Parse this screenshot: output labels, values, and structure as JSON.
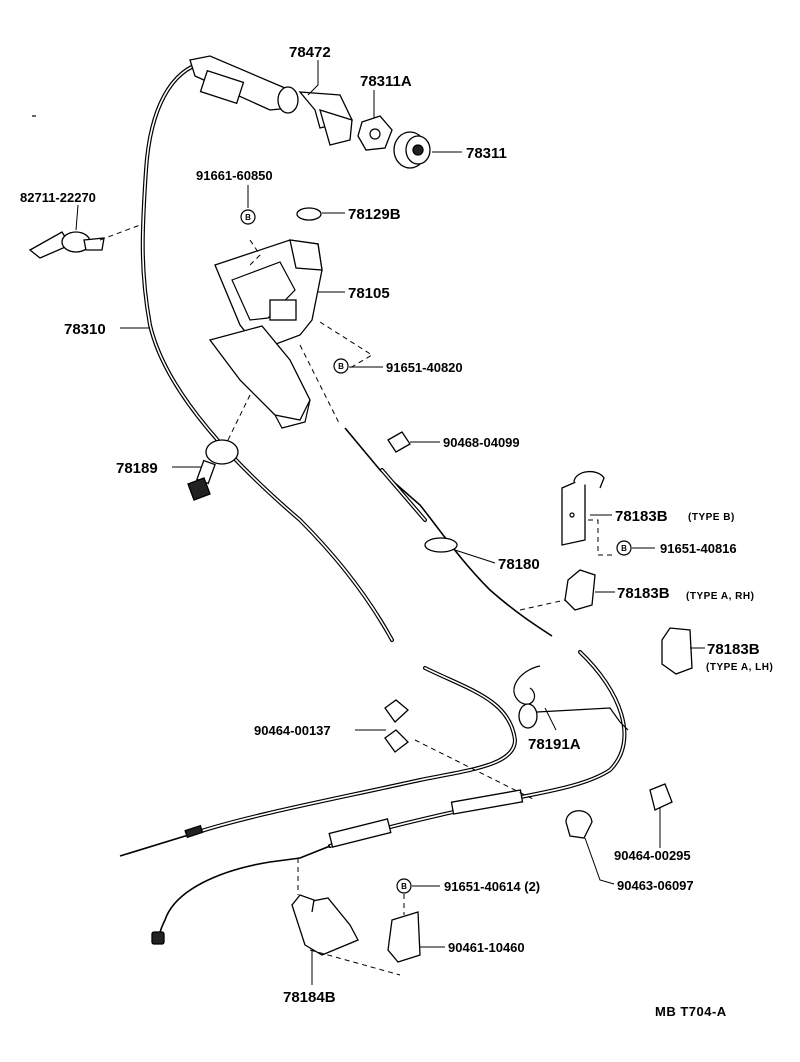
{
  "diagram": {
    "parts": [
      {
        "id": "p78472",
        "number": "78472"
      },
      {
        "id": "p78311a",
        "number": "78311A"
      },
      {
        "id": "p78311",
        "number": "78311"
      },
      {
        "id": "p9166160850",
        "number": "91661-60850"
      },
      {
        "id": "p8271122270",
        "number": "82711-22270"
      },
      {
        "id": "p78129b",
        "number": "78129B"
      },
      {
        "id": "p78105",
        "number": "78105"
      },
      {
        "id": "p78310",
        "number": "78310"
      },
      {
        "id": "p9165140820",
        "number": "91651-40820"
      },
      {
        "id": "p9046804099",
        "number": "90468-04099"
      },
      {
        "id": "p78189",
        "number": "78189"
      },
      {
        "id": "p78183b_b",
        "number": "78183B",
        "note": "(TYPE B)"
      },
      {
        "id": "p9165140816",
        "number": "91651-40816"
      },
      {
        "id": "p78180",
        "number": "78180"
      },
      {
        "id": "p78183b_arh",
        "number": "78183B",
        "note": "(TYPE  A, RH)"
      },
      {
        "id": "p78183b_alh",
        "number": "78183B",
        "note": "(TYPE  A, LH)"
      },
      {
        "id": "p9046400137",
        "number": "90464-00137"
      },
      {
        "id": "p78191a",
        "number": "78191A"
      },
      {
        "id": "p9046400295",
        "number": "90464-00295"
      },
      {
        "id": "p9046306097",
        "number": "90463-06097"
      },
      {
        "id": "p9165140614",
        "number": "91651-40614 (2)"
      },
      {
        "id": "p9046110460",
        "number": "90461-10460"
      },
      {
        "id": "p78184b",
        "number": "78184B"
      }
    ],
    "badge_letter": "B",
    "footer_code": "MB  T704-A"
  }
}
